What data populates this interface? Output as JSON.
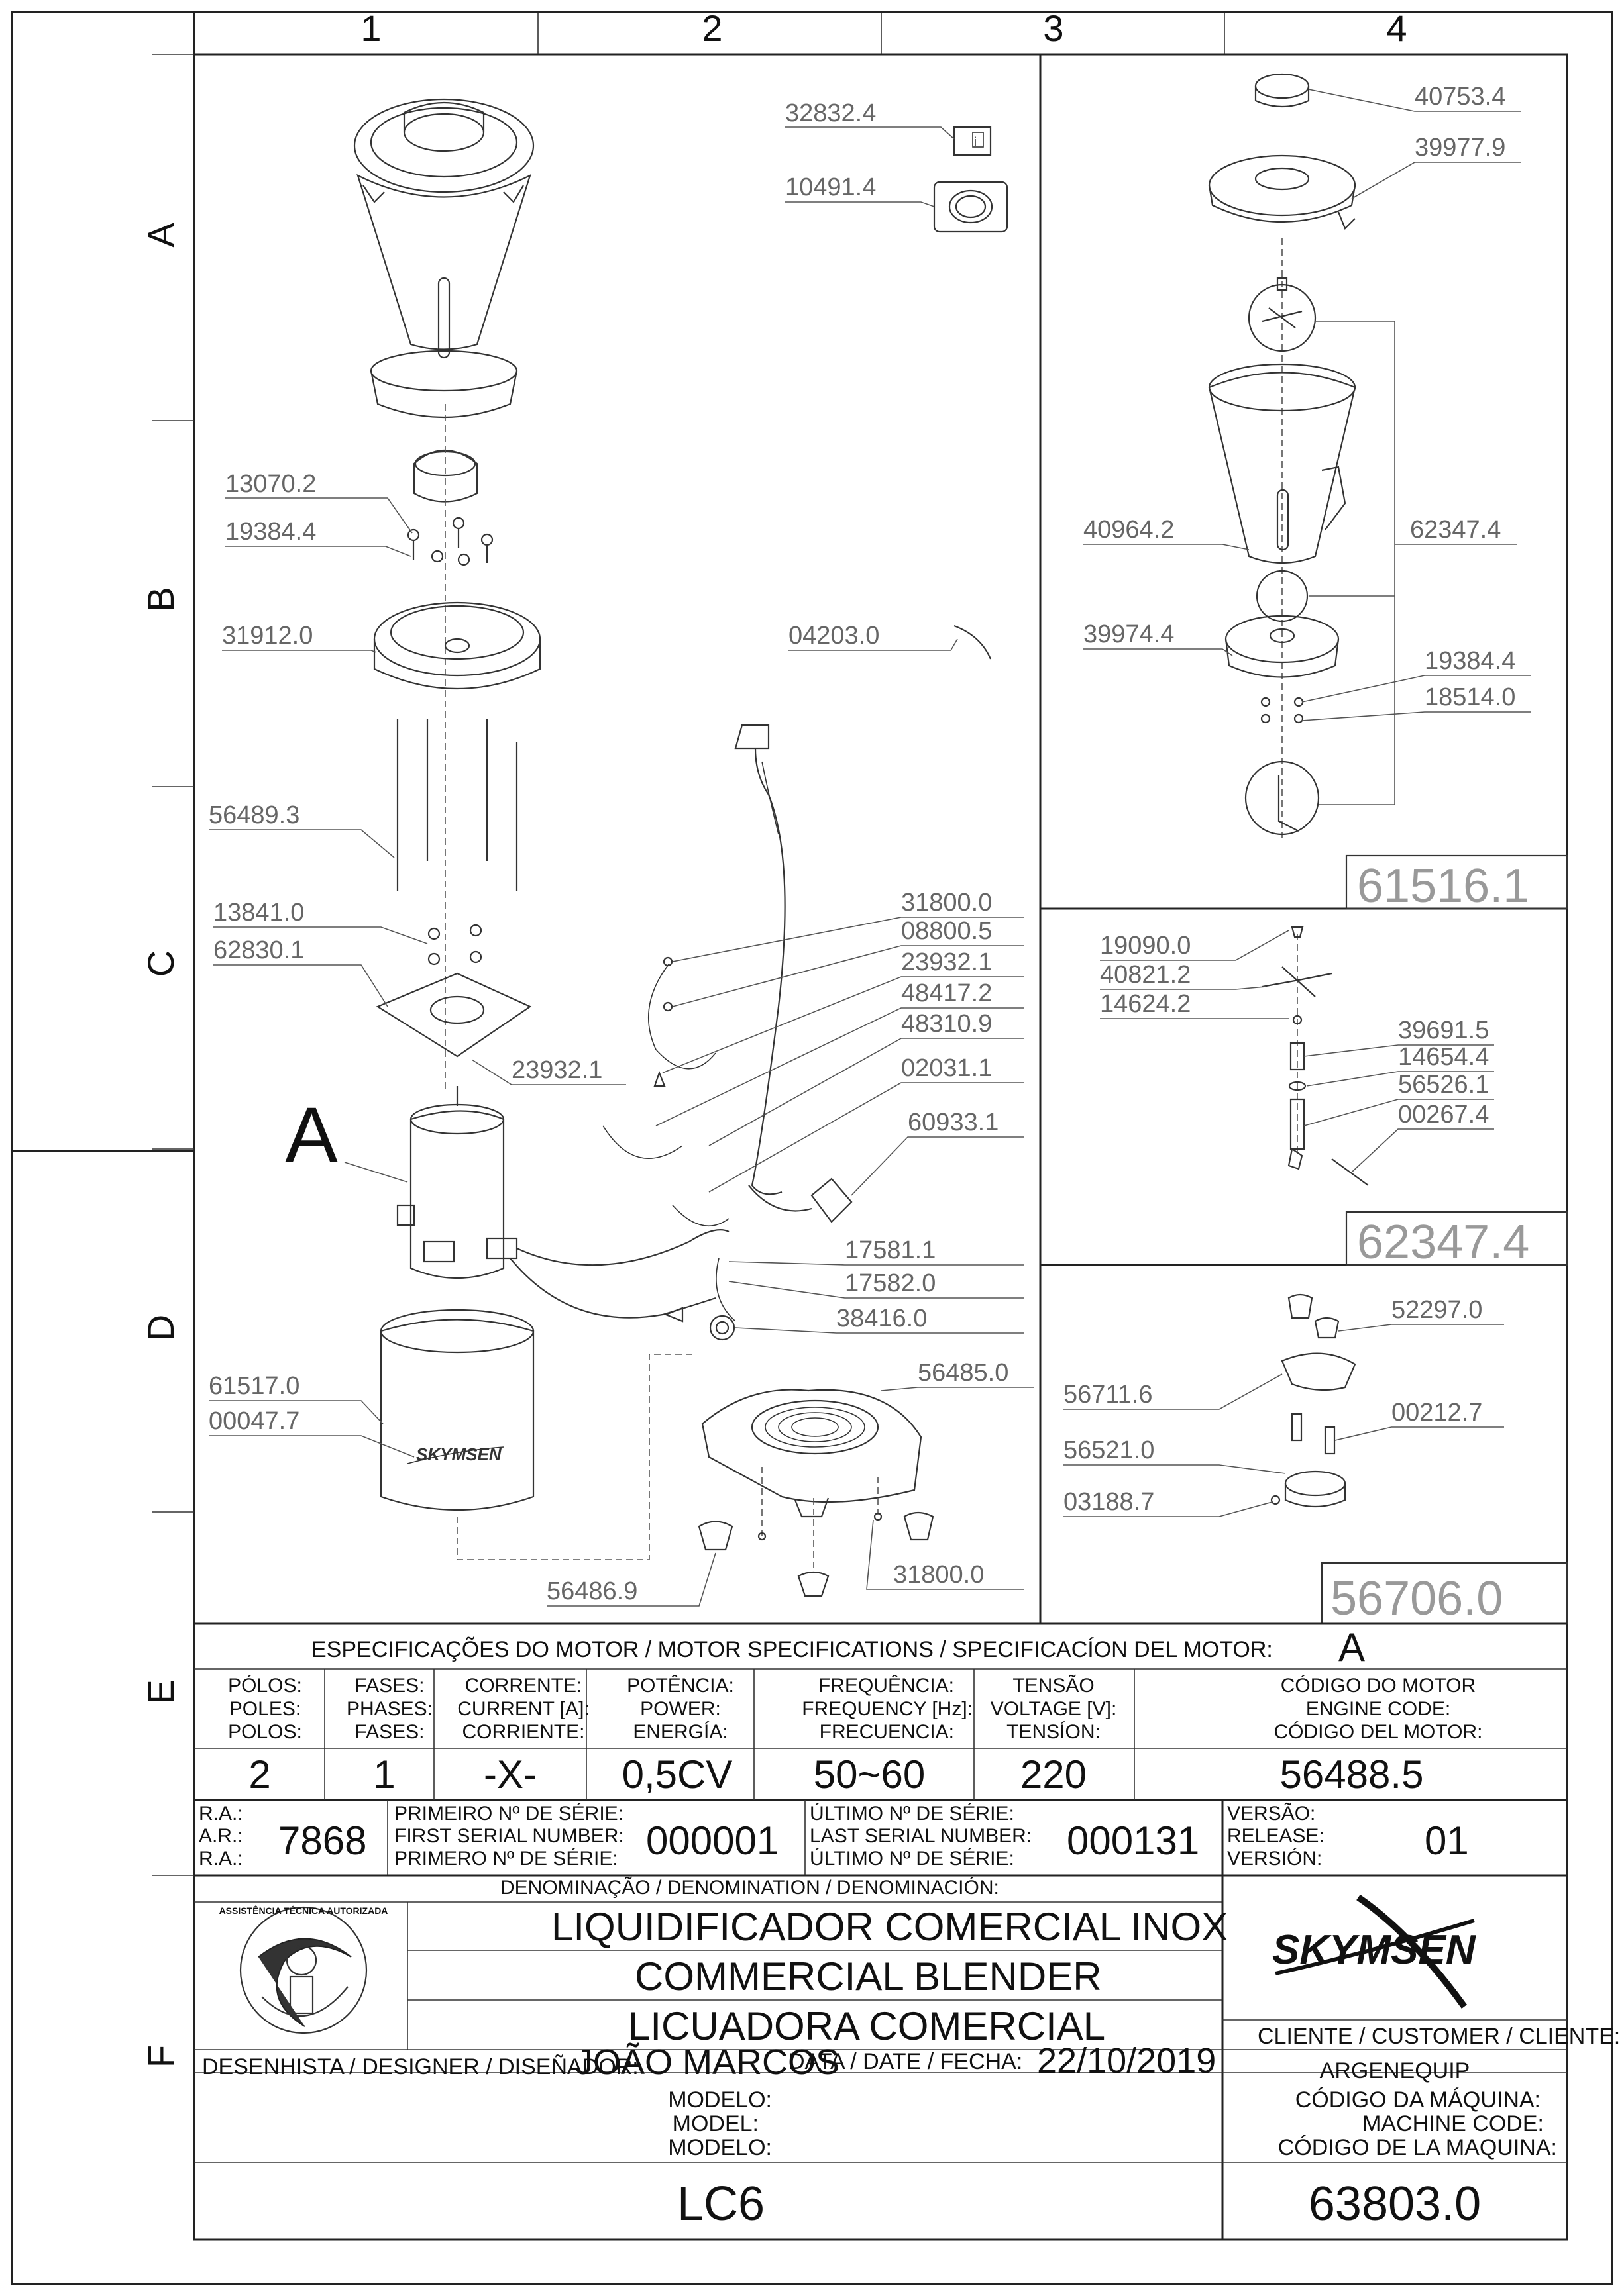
{
  "grid": {
    "columns": [
      "1",
      "2",
      "3",
      "4"
    ],
    "rows": [
      "A",
      "B",
      "C",
      "D",
      "E",
      "F"
    ]
  },
  "detail_marker": "A",
  "parts": {
    "p32832": "32832.4",
    "p10491": "10491.4",
    "p13070": "13070.2",
    "p19384a": "19384.4",
    "p31912": "31912.0",
    "p04203": "04203.0",
    "p56489": "56489.3",
    "p13841": "13841.0",
    "p62830": "62830.1",
    "p23932a": "23932.1",
    "p31800a": "31800.0",
    "p08800": "08800.5",
    "p23932b": "23932.1",
    "p48417": "48417.2",
    "p48310": "48310.9",
    "p02031": "02031.1",
    "p60933": "60933.1",
    "p17581": "17581.1",
    "p17582": "17582.0",
    "p38416": "38416.0",
    "p61517": "61517.0",
    "p00047": "00047.7",
    "p56485": "56485.0",
    "p56486": "56486.9",
    "p31800b": "31800.0",
    "p40753": "40753.4",
    "p39977": "39977.9",
    "p40964": "40964.2",
    "p62347": "62347.4",
    "p39974": "39974.4",
    "p19384b": "19384.4",
    "p18514": "18514.0",
    "p19090": "19090.0",
    "p40821": "40821.2",
    "p14624": "14624.2",
    "p39691": "39691.5",
    "p14654": "14654.4",
    "p56526": "56526.1",
    "p00267": "00267.4",
    "p52297": "52297.0",
    "p56711": "56711.6",
    "p00212": "00212.7",
    "p56521": "56521.0",
    "p03188": "03188.7"
  },
  "assemblies": {
    "a61516": "61516.1",
    "a62347": "62347.4",
    "a56706": "56706.0"
  },
  "brand_logo": "SKYMSEN",
  "badge": {
    "line1": "ASSISTÊNCIA TÉCNICA AUTORIZADA"
  },
  "specs": {
    "title": "ESPECIFICAÇÕES DO MOTOR / MOTOR SPECIFICATIONS / SPECIFICACÍON DEL MOTOR:",
    "motor_ref": "A",
    "headers": {
      "poles": [
        "PÓLOS:",
        "POLES:",
        "POLOS:"
      ],
      "phases": [
        "FASES:",
        "PHASES:",
        "FASES:"
      ],
      "current": [
        "CORRENTE:",
        "CURRENT [A]:",
        "CORRIENTE:"
      ],
      "power": [
        "POTÊNCIA:",
        "POWER:",
        "ENERGÍA:"
      ],
      "frequency": [
        "FREQUÊNCIA:",
        "FREQUENCY [Hz]:",
        "FRECUENCIA:"
      ],
      "voltage": [
        "TENSÃO",
        "VOLTAGE [V]:",
        "TENSÍON:"
      ],
      "engine": [
        "CÓDIGO DO MOTOR",
        "ENGINE CODE:",
        "CÓDIGO DEL MOTOR:"
      ]
    },
    "values": {
      "poles": "2",
      "phases": "1",
      "current": "-X-",
      "power": "0,5CV",
      "frequency": "50~60",
      "voltage": "220",
      "engine": "56488.5"
    }
  },
  "serials": {
    "ra_labels": [
      "R.A.:",
      "A.R.:",
      "R.A.:"
    ],
    "ra": "7868",
    "first_labels": [
      "PRIMEIRO Nº DE SÉRIE:",
      "FIRST SERIAL NUMBER:",
      "PRIMERO Nº DE SÉRIE:"
    ],
    "first": "000001",
    "last_labels": [
      "ÚLTIMO Nº DE SÉRIE:",
      "LAST SERIAL NUMBER:",
      "ÚLTIMO Nº DE SÉRIE:"
    ],
    "last": "000131",
    "version_labels": [
      "VERSÃO:",
      "RELEASE:",
      "VERSIÓN:"
    ],
    "version": "01"
  },
  "title_block": {
    "denomination_label": "DENOMINAÇÃO / DENOMINATION / DENOMINACIÓN:",
    "name_pt": "LIQUIDIFICADOR COMERCIAL INOX",
    "name_en": "COMMERCIAL BLENDER",
    "name_es": "LICUADORA COMERCIAL",
    "designer_label": "DESENHISTA / DESIGNER / DISEÑADOR:",
    "designer": "JOÃO MARCOS",
    "date_label": "DATA / DATE / FECHA:",
    "date": "22/10/2019",
    "client_label": "CLIENTE / CUSTOMER / CLIENTE:",
    "client": "ARGENEQUIP",
    "model_labels": [
      "MODELO:",
      "MODEL:",
      "MODELO:"
    ],
    "model": "LC6",
    "machine_code_labels": [
      "CÓDIGO DA MÁQUINA:",
      "MACHINE CODE:",
      "CÓDIGO DE LA MAQUINA:"
    ],
    "machine_code": "63803.0"
  }
}
